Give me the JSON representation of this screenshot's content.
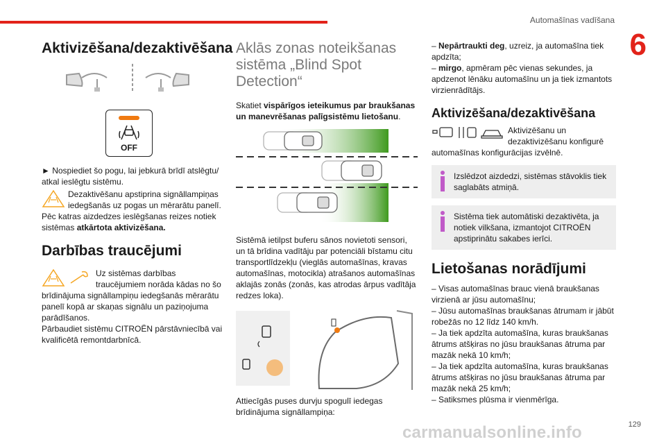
{
  "header": {
    "section_title": "Automašīnas vadīšana",
    "chapter_number": "6",
    "page_number": "129"
  },
  "watermark": "carmanualsonline.info",
  "col1": {
    "heading1": "Aktivizēšana/dezaktivēšana",
    "off_label": "OFF",
    "p1": "► Nospiediet šo pogu, lai jebkurā brīdī atslēgtu/ atkal ieslēgtu sistēmu.",
    "p2": "Dezaktivēšanu apstiprina signāllampiņas iedegšanās uz pogas un mērarātu panelī.",
    "p3_a": "Pēc katras aizdedzes ieslēgšanas reizes notiek sistēmas ",
    "p3_b": "atkārtota aktivizēšana.",
    "heading2": "Darbības traucējumi",
    "p4": "Uz sistēmas darbības traucējumiem norāda kādas no šo brīdinājuma signāllampiņu iedegšanās mērarātu panelī kopā ar skaņas signālu un paziņojuma parādīšanos.",
    "p5": "Pārbaudiet sistēmu CITROËN pārstāvniecībā vai kvalificētā remontdarbnīcā."
  },
  "col2": {
    "heading": "Aklās zonas noteikšanas sistēma „Blind Spot Detection“",
    "p1_a": "Skatiet ",
    "p1_b": "vispārīgos ieteikumus par braukšanas un manevrēšanas palīgsistēmu lietošanu",
    "p1_c": ".",
    "p2": "Sistēmā ietilpst buferu sānos novietoti sensori, un tā brīdina vadītāju par potenciāli bīstamu citu transportlīdzekļu (vieglās automašīnas, kravas automašīnas, motocikla) atrašanos automašīnas aklajās zonās (zonās, kas atrodas ārpus vadītāja redzes loka).",
    "p3": "Attiecīgās puses durvju spogulī iedegas brīdinājuma signāllampiņa:"
  },
  "col3": {
    "l1_b": "Nepārtraukti deg",
    "l1_r": ", uzreiz, ja automašīna tiek apdzīta;",
    "l2_b": "mirgo",
    "l2_r": ", apmēram pēc vienas sekundes, ja apdzenot lēnāku automašīnu un ja tiek izmantots virzienrādītājs.",
    "heading1": "Aktivizēšana/dezaktivēšana",
    "p_act": "Aktivizēšanu un dezaktivizēšanu konfigurē automašīnas konfigurācijas izvēlnē.",
    "info1": "Izslēdzot aizdedzi, sistēmas stāvoklis tiek saglabāts atmiņā.",
    "info2": "Sistēma tiek automātiski dezaktivēta, ja notiek vilkšana, izmantojot CITROËN apstiprinātu sakabes ierīci.",
    "heading2": "Lietošanas norādījumi",
    "items": [
      "– Visas automašīnas brauc vienā braukšanas virzienā ar jūsu automašīnu;",
      "– Jūsu automašīnas braukšanas ātrumam ir jābūt robežās no 12 līdz 140 km/h.",
      "– Ja tiek apdzīta automašīna, kuras braukšanas ātrums atšķiras no jūsu braukšanas ātruma par mazāk nekā 10 km/h;",
      "– Ja tiek apdzīta automašīna, kuras braukšanas ātrums atšķiras no jūsu braukšanas ātruma par mazāk nekā 25 km/h;",
      "– Satiksmes plūsma ir vienmērīga."
    ]
  },
  "colors": {
    "accent": "#e2231a",
    "warning": "#f5a623",
    "info": "#c05ac8",
    "lamp": "#f07a10",
    "zone_green": "#3f9a1e"
  },
  "icons": [
    "steering-wheel-icon",
    "off-button-icon",
    "warning-triangle-icon",
    "wrench-icon",
    "car-icon",
    "info-icon",
    "mirror-lamp-icon"
  ]
}
